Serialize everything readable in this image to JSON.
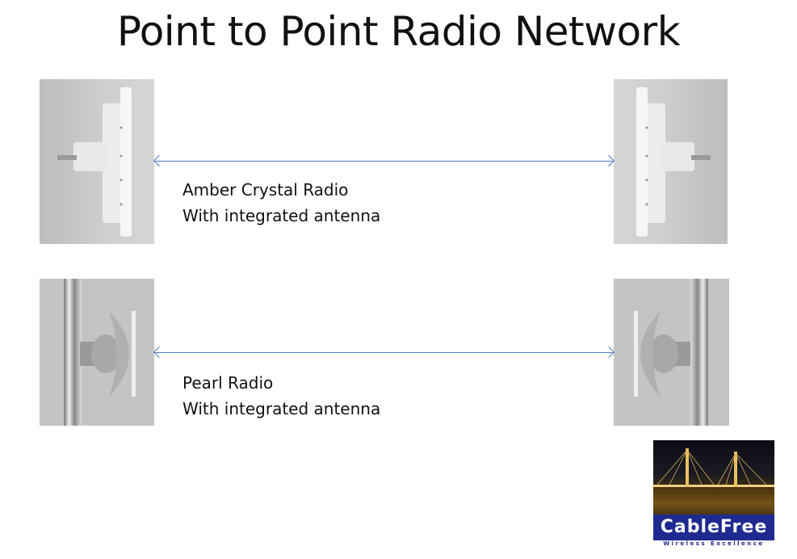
{
  "title": "Point to Point Radio Network",
  "links": [
    {
      "name": "Amber Crystal Radio",
      "line1": "Amber Crystal Radio",
      "line2": "With integrated antenna"
    },
    {
      "name": "Pearl Radio",
      "line1": "Pearl Radio",
      "line2": "With integrated antenna"
    }
  ],
  "logo": {
    "brand": "CableFree",
    "tagline": "Wireless Excellence"
  },
  "colors": {
    "arrow": "#4f7fbf",
    "logo_bar": "#1e2a8f"
  }
}
